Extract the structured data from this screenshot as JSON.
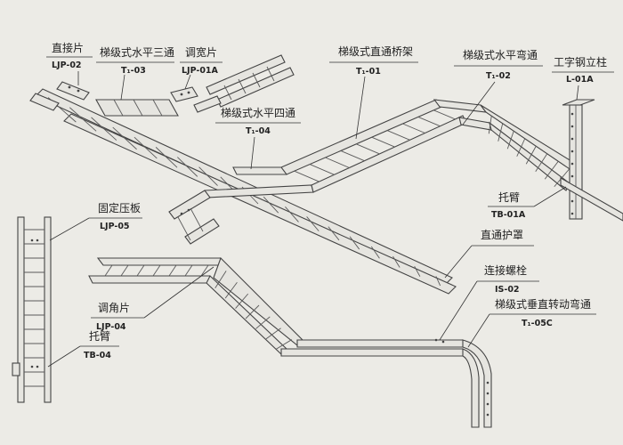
{
  "labels": [
    {
      "id": "straight-joint",
      "name": "直接片",
      "code": "LJP-02"
    },
    {
      "id": "horizontal-tee",
      "name": "梯级式水平三通",
      "code": "T₁-03"
    },
    {
      "id": "width-adjust",
      "name": "调宽片",
      "code": "LJP-01A"
    },
    {
      "id": "straight-tray",
      "name": "梯级式直通桥架",
      "code": "T₁-01"
    },
    {
      "id": "horizontal-elbow",
      "name": "梯级式水平弯通",
      "code": "T₁-02"
    },
    {
      "id": "i-beam-column",
      "name": "工字钢立柱",
      "code": "L-01A"
    },
    {
      "id": "horizontal-cross",
      "name": "梯级式水平四通",
      "code": "T₁-04"
    },
    {
      "id": "bracket-right",
      "name": "托臂",
      "code": "TB-01A"
    },
    {
      "id": "fixing-plate",
      "name": "固定压板",
      "code": "LJP-05"
    },
    {
      "id": "straight-cover",
      "name": "直通护罩",
      "code": ""
    },
    {
      "id": "connecting-bolt",
      "name": "连接螺栓",
      "code": "IS-02"
    },
    {
      "id": "vertical-elbow",
      "name": "梯级式垂直转动弯通",
      "code": "T₁-05C"
    },
    {
      "id": "angle-plate",
      "name": "调角片",
      "code": "LJP-04"
    },
    {
      "id": "bracket-left",
      "name": "托臂",
      "code": "TB-04"
    }
  ]
}
